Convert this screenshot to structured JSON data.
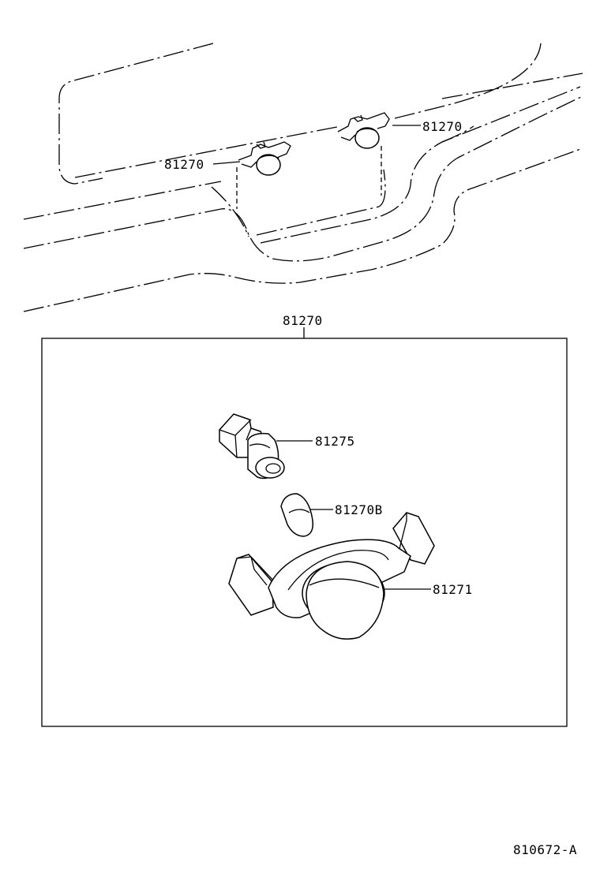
{
  "callouts": {
    "lamp_right_top": "81270",
    "lamp_left_top": "81270",
    "assembly": "81270",
    "socket": "81275",
    "bulb": "81270B",
    "lens": "81271"
  },
  "diagram_code": "810672-A"
}
